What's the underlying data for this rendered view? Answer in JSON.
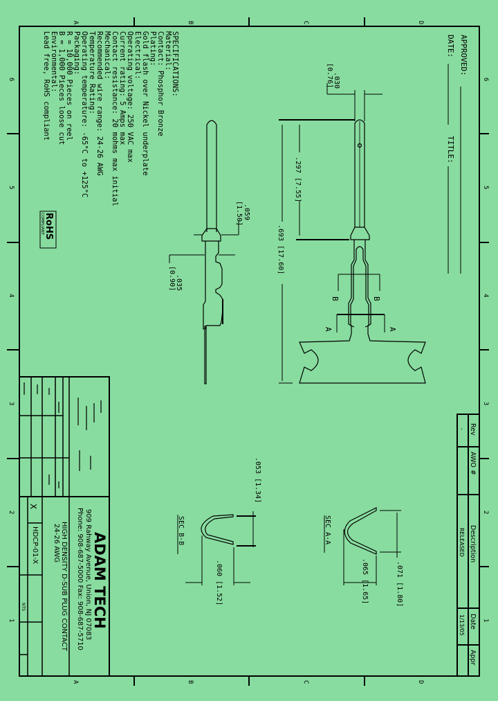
{
  "drawing": {
    "zone_columns": [
      "A",
      "B",
      "C",
      "D"
    ],
    "zone_rows": [
      "6",
      "5",
      "4",
      "3",
      "2",
      "1"
    ],
    "header": {
      "approved_label": "APPROVED:",
      "date_label": "DATE:",
      "title_label": "TITLE:"
    },
    "specifications": {
      "heading": "SPECIFICATIONS:",
      "lines": [
        "Material:",
        "Contact: Phosphor Bronze",
        "Plating:",
        "Gold flash over Nickel underplate",
        "Electrical:",
        "Operating voltage: 250 VAC max",
        "Current rating: 5 Amps max",
        "Contact resistance: 20 mohms max initial",
        "Mechanical:",
        "Recommended wire range: 24-26 AWG",
        "Temperature Rating:",
        "Operating temperature: -65°C to +125°C",
        "Packaging:",
        "R = 10,000 Pieces on reel",
        "B = 1,000 Pieces loose cut",
        "Environmental:",
        "Lead free, RoHS compliant"
      ]
    },
    "rohs_badge": {
      "title": "RoHS",
      "subtitle": "COMPLIANT"
    },
    "dimensions": {
      "tip_width": ".030",
      "tip_width_mm": "[0.76]",
      "pin_length": ".297 [7.55]",
      "overall_length": ".693 [17.60]",
      "collar_dia": ".059",
      "collar_dia_mm": "[1.50]",
      "body_width": ".035",
      "body_width_mm": "[0.90]",
      "sec_bb_height": ".053 [1.34]",
      "sec_bb_width": ".060 [1.52]",
      "sec_aa_height": ".071 [1.80]",
      "sec_aa_width": ".065 [1.65]"
    },
    "section_labels": {
      "a": "A",
      "b": "B",
      "sec_aa": "SEC A-A",
      "sec_bb": "SEC B-B"
    },
    "revision_block": {
      "headers": [
        "Rev",
        "AWO #",
        "Description",
        "Date",
        "Appr"
      ],
      "row": [
        "-",
        "",
        "RELEASED",
        "1/13/05",
        ""
      ]
    },
    "title_block": {
      "company": "ADAM TECH",
      "address": "909 Rahway Avenue, Union, NJ 07083",
      "phone": "Phone: 908-687-5000 Fax: 908-687-5710",
      "title_line1": "HIGH DENSITY D-SUB PLUG CONTACT",
      "title_line2": "24-26 AWG",
      "part_number": "HDCP-01-X",
      "scale": "NTS",
      "rev": "X"
    }
  }
}
